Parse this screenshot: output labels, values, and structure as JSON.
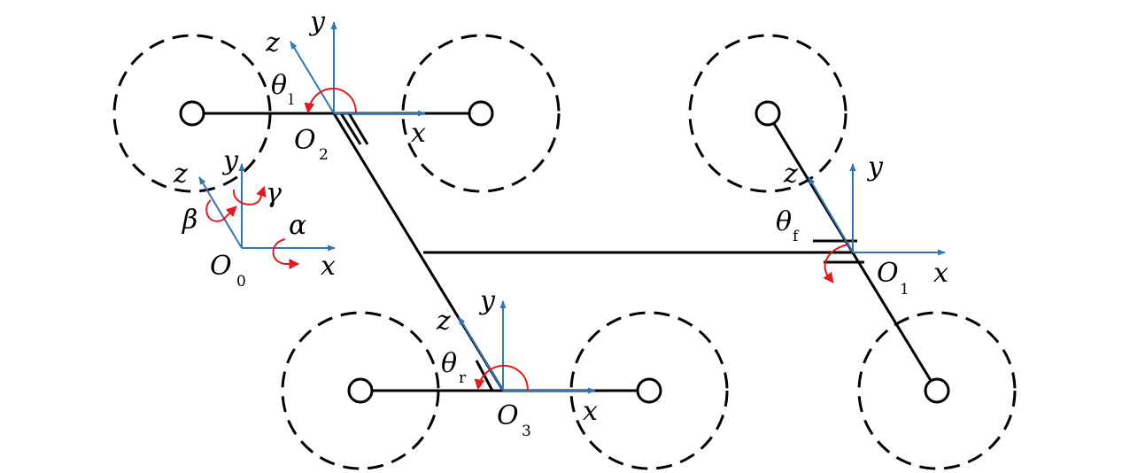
{
  "colors": {
    "axis": "#2e75b6",
    "rotation": "#e31a1c",
    "structure": "#000000"
  },
  "frames": {
    "O0": {
      "origin": "O",
      "origin_sub": "0",
      "x": "x",
      "y": "y",
      "z": "z"
    },
    "O1": {
      "origin": "O",
      "origin_sub": "1",
      "x": "x",
      "y": "y",
      "z": "z"
    },
    "O2": {
      "origin": "O",
      "origin_sub": "2",
      "x": "x",
      "y": "y",
      "z": "z"
    },
    "O3": {
      "origin": "O",
      "origin_sub": "3",
      "x": "x",
      "y": "y",
      "z": "z"
    }
  },
  "angles": {
    "alpha": "α",
    "beta": "β",
    "gamma": "γ",
    "theta_l": {
      "main": "θ",
      "sub": "l"
    },
    "theta_f": {
      "main": "θ",
      "sub": "f"
    },
    "theta_r": {
      "main": "θ",
      "sub": "r"
    }
  }
}
